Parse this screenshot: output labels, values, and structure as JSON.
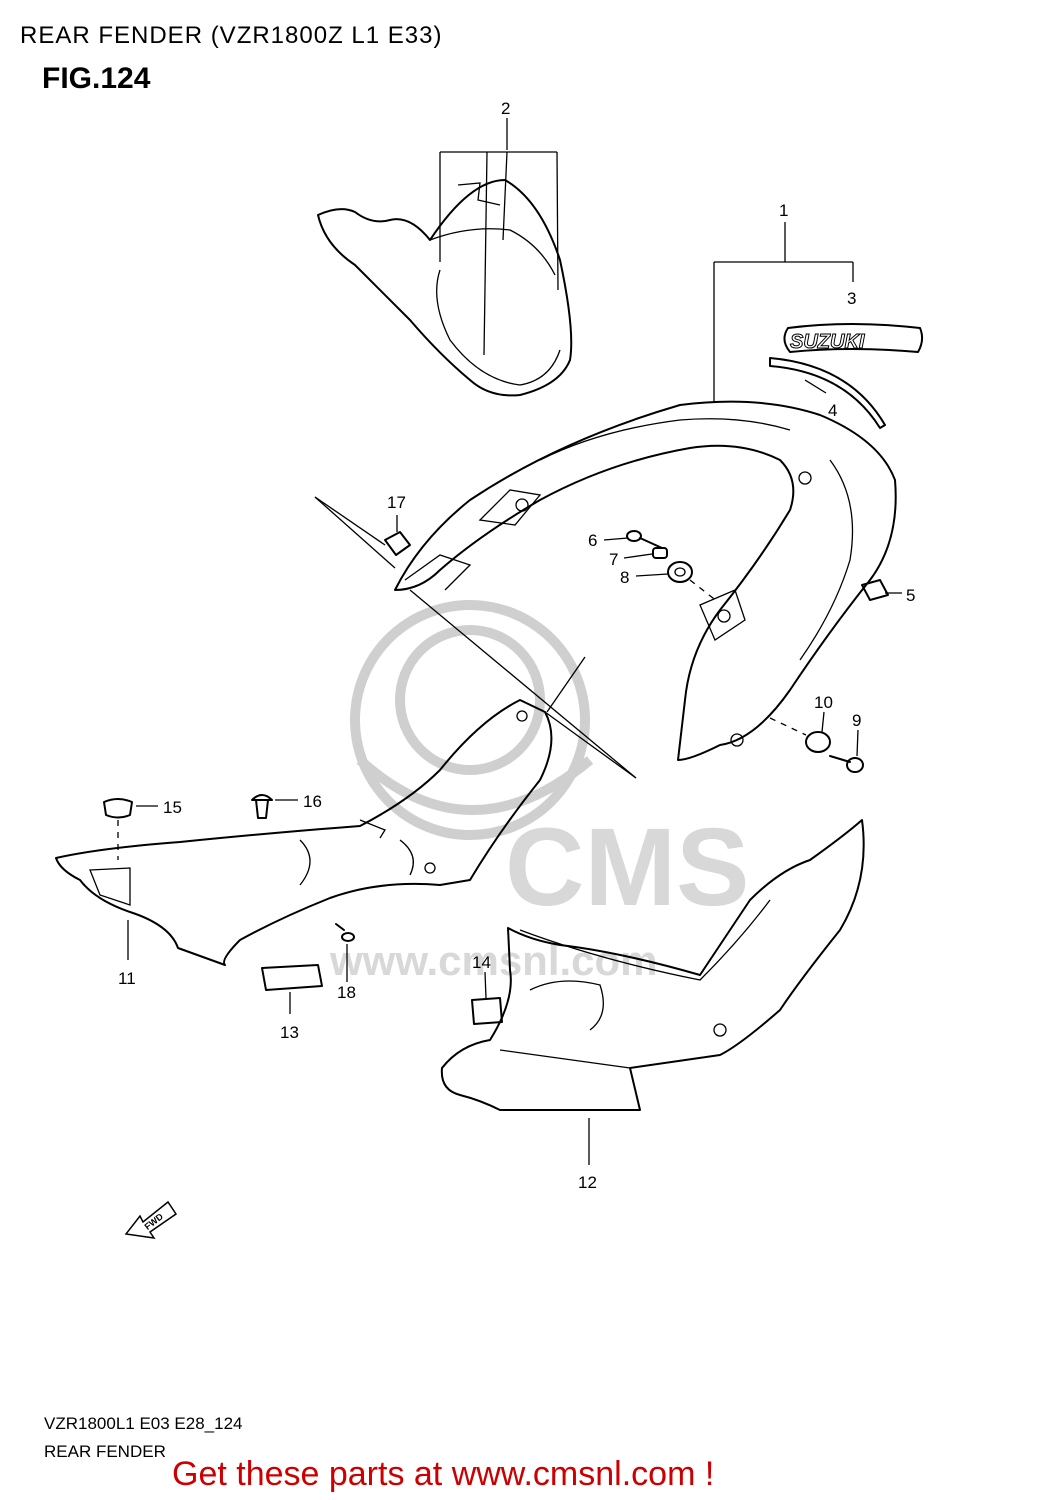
{
  "header": {
    "title": "REAR FENDER (VZR1800Z L1 E33)",
    "figure": "FIG.124"
  },
  "diagram": {
    "callouts": [
      "1",
      "2",
      "3",
      "4",
      "5",
      "6",
      "7",
      "8",
      "9",
      "10",
      "11",
      "12",
      "13",
      "14",
      "15",
      "16",
      "17",
      "18"
    ],
    "logo_text": "SUZUKI",
    "direction_marker": "FWD",
    "watermark_text": "CMS",
    "watermark_url": "www.cmsnl.com"
  },
  "footer": {
    "code": "VZR1800L1 E03 E28_124",
    "name": "REAR FENDER",
    "banner": "Get these parts at www.cmsnl.com !",
    "banner_color": "#cc0000"
  }
}
